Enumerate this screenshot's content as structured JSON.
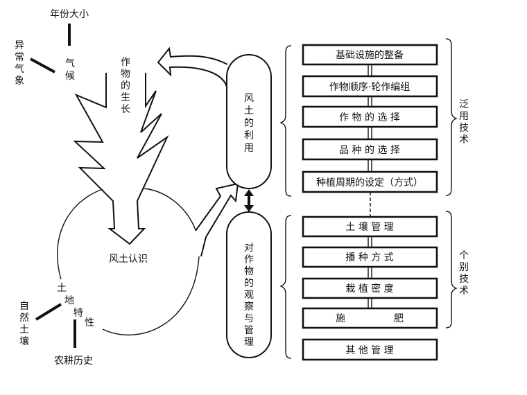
{
  "left_cluster": {
    "climate": {
      "center_label": [
        "气",
        "候"
      ],
      "factor_year": "年份大小",
      "factor_abnormal": [
        "异",
        "常",
        "气",
        "象"
      ]
    },
    "crop_growth": [
      "作",
      "物",
      "的",
      "生",
      "长"
    ],
    "fudo_recognition": "风土认识",
    "land": {
      "center_label": [
        "土",
        "地",
        "特",
        "性"
      ],
      "factor_natural_soil": [
        "自",
        "然",
        "土",
        "壤"
      ],
      "factor_farming_history": "农耕历史"
    }
  },
  "capsules": {
    "fudo_use": [
      "风",
      "土",
      "的",
      "利",
      "用"
    ],
    "observation": [
      "对",
      "作",
      "物",
      "的",
      "观",
      "察",
      "与",
      "管",
      "理"
    ]
  },
  "boxes": {
    "general": [
      {
        "label": "基础设施的整备"
      },
      {
        "label": "作物顺序·轮作编组"
      },
      {
        "label": "作 物 的 选 择"
      },
      {
        "label": "品 种 的 选 择"
      },
      {
        "label": "种植周期的设定（方式）"
      }
    ],
    "individual": [
      {
        "label": "土 壤 管 理"
      },
      {
        "label": "播 种 方 式"
      },
      {
        "label": "栽 植 密 度"
      },
      {
        "label": "施　　　　　肥"
      }
    ],
    "other": {
      "label": "其 他 管 理"
    }
  },
  "brackets": {
    "general_label": [
      "泛",
      "用",
      "技",
      "术"
    ],
    "individual_label": [
      "个",
      "别",
      "技",
      "术"
    ]
  }
}
